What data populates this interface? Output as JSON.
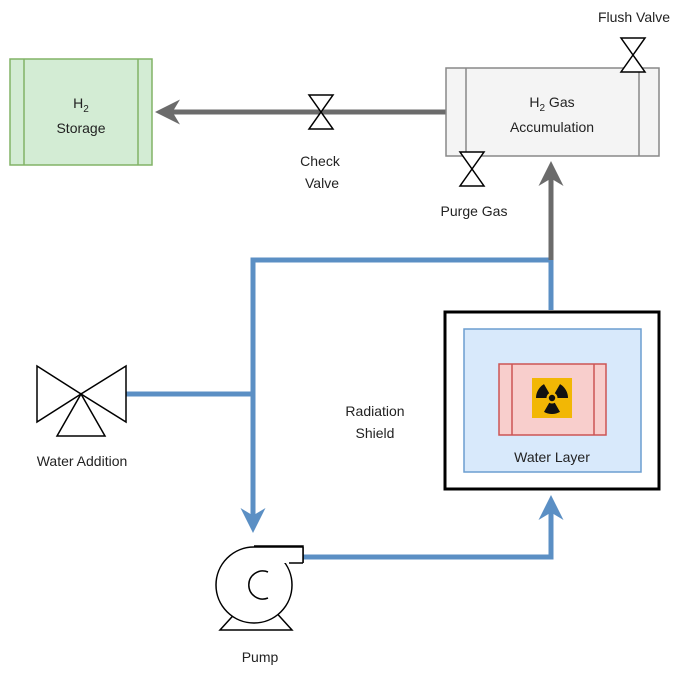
{
  "colors": {
    "water_line": "#5b8fc4",
    "gas_line": "#6b6b6b",
    "storage_fill": "#d3ecd4",
    "storage_stroke": "#82b366",
    "accum_fill": "#f4f4f4",
    "accum_stroke": "#888888",
    "water_layer_fill": "#d8e9fb",
    "water_layer_stroke": "#6c9ed0",
    "core_fill": "#f8cecc",
    "core_stroke": "#cc5555",
    "radiation_bg": "#f2b705",
    "shield_stroke": "#000000"
  },
  "labels": {
    "storage_h": "H",
    "storage_sub": "2",
    "storage_word": "Storage",
    "accum_h": "H",
    "accum_sub": "2",
    "accum_gas": " Gas",
    "accum_word": "Accumulation",
    "check_valve_1": "Check",
    "check_valve_2": "Valve",
    "flush_valve": "Flush Valve",
    "purge_gas": "Purge Gas",
    "radiation_shield_1": "Radiation",
    "radiation_shield_2": "Shield",
    "water_layer": "Water Layer",
    "water_addition": "Water Addition",
    "pump": "Pump"
  },
  "icons": {
    "radiation": "radiation-trefoil-icon",
    "pump": "centrifugal-pump-icon",
    "valve": "gate-valve-icon",
    "three_way_valve": "three-way-valve-icon"
  }
}
